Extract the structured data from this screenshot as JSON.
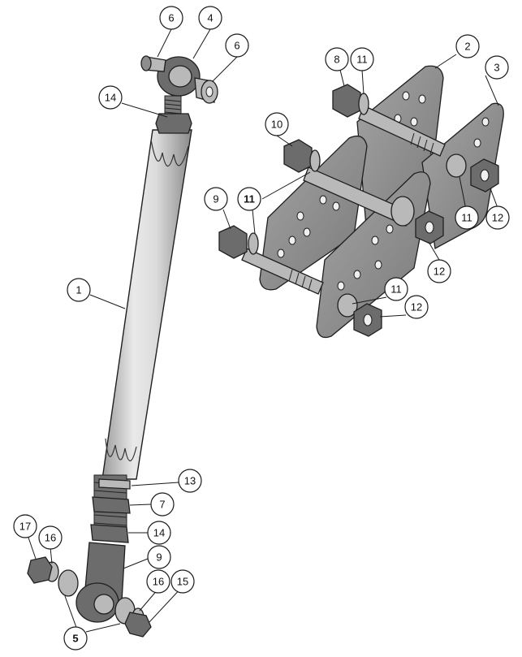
{
  "callouts": [
    {
      "id": "c1",
      "label": "1"
    },
    {
      "id": "c2",
      "label": "2"
    },
    {
      "id": "c3",
      "label": "3"
    },
    {
      "id": "c4",
      "label": "4"
    },
    {
      "id": "c5",
      "label": "5"
    },
    {
      "id": "c6a",
      "label": "6"
    },
    {
      "id": "c6b",
      "label": "6"
    },
    {
      "id": "c7",
      "label": "7"
    },
    {
      "id": "c8",
      "label": "8"
    },
    {
      "id": "c9a",
      "label": "9"
    },
    {
      "id": "c9b",
      "label": "9"
    },
    {
      "id": "c10",
      "label": "10"
    },
    {
      "id": "c11a",
      "label": "11"
    },
    {
      "id": "c11b",
      "label": "11"
    },
    {
      "id": "c11c",
      "label": "11"
    },
    {
      "id": "c11d",
      "label": "11"
    },
    {
      "id": "c12a",
      "label": "12"
    },
    {
      "id": "c12b",
      "label": "12"
    },
    {
      "id": "c12c",
      "label": "12"
    },
    {
      "id": "c13",
      "label": "13"
    },
    {
      "id": "c14a",
      "label": "14"
    },
    {
      "id": "c14b",
      "label": "14"
    },
    {
      "id": "c15",
      "label": "15"
    },
    {
      "id": "c16a",
      "label": "16"
    },
    {
      "id": "c16b",
      "label": "16"
    },
    {
      "id": "c17",
      "label": "17"
    }
  ]
}
